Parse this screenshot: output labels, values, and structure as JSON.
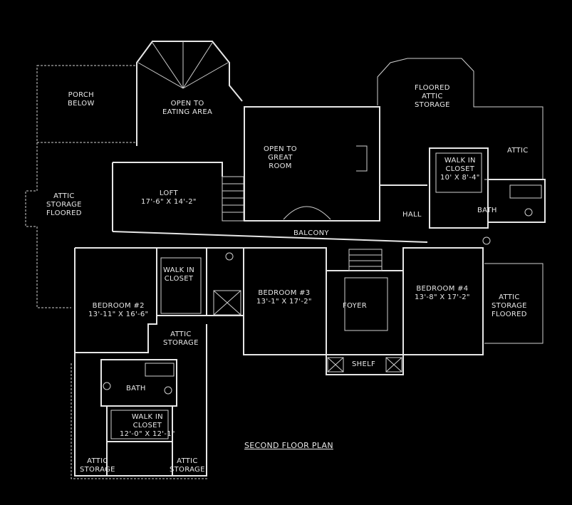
{
  "rooms": {
    "porch": "PORCH",
    "porch_below": "BELOW",
    "open_eating_1": "OPEN TO",
    "open_eating_2": "EATING AREA",
    "open_great_1": "OPEN TO",
    "open_great_2": "GREAT",
    "open_great_3": "ROOM",
    "attic_floored_1": "FLOORED",
    "attic_floored_2": "ATTIC",
    "attic_floored_3": "STORAGE",
    "attic_right": "ATTIC",
    "walkin_top_1": "WALK IN",
    "walkin_top_2": "CLOSET",
    "walkin_top_dim": "10' X 8'-4\"",
    "attic_left_1": "ATTIC",
    "attic_left_2": "STORAGE",
    "attic_left_3": "FLOORED",
    "loft": "LOFT",
    "loft_dim": "17'-6\" X 14'-2\"",
    "hall": "HALL",
    "bath_top": "BATH",
    "balcony": "BALCONY",
    "walkin_mid_1": "WALK IN",
    "walkin_mid_2": "CLOSET",
    "bedroom2": "BEDROOM #2",
    "bedroom2_dim": "13'-11\" X 16'-6\"",
    "bedroom3": "BEDROOM #3",
    "bedroom3_dim": "13'-1\" X 17'-2\"",
    "foyer": "FOYER",
    "bedroom4": "BEDROOM #4",
    "bedroom4_dim": "13'-8\" X 17'-2\"",
    "attic_right2_1": "ATTIC",
    "attic_right2_2": "STORAGE",
    "attic_right2_3": "FLOORED",
    "attic_mid_1": "ATTIC",
    "attic_mid_2": "STORAGE",
    "shelf": "SHELF",
    "bath_low": "BATH",
    "walkin_low_1": "WALK IN",
    "walkin_low_2": "CLOSET",
    "walkin_low_dim": "12'-0\" X 12'-1\"",
    "attic_bl_1": "ATTIC",
    "attic_bl_2": "STORAGE",
    "attic_br_1": "ATTIC",
    "attic_br_2": "STORAGE"
  },
  "plan_title": "SECOND FLOOR PLAN",
  "colors": {
    "background": "#000000",
    "lines": "#e6e6e6"
  }
}
